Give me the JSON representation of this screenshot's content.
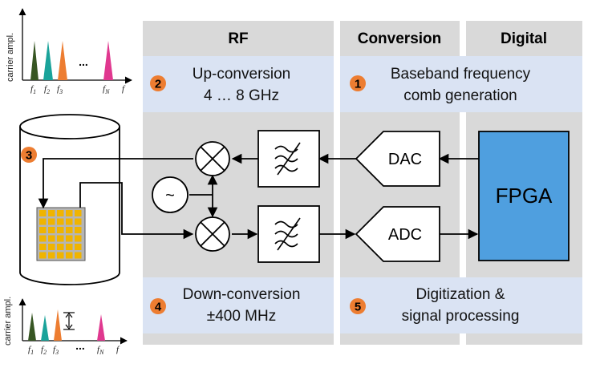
{
  "columns": {
    "rf": "RF",
    "conversion": "Conversion",
    "digital": "Digital"
  },
  "steps": {
    "s1": {
      "number": "1",
      "line1": "Baseband frequency",
      "line2": "comb generation"
    },
    "s2": {
      "number": "2",
      "line1": "Up-conversion",
      "line2": "4 … 8 GHz"
    },
    "s3": {
      "number": "3"
    },
    "s4": {
      "number": "4",
      "line1": "Down-conversion",
      "line2": "±400 MHz"
    },
    "s5": {
      "number": "5",
      "line1": "Digitization &",
      "line2": "signal processing"
    }
  },
  "blocks": {
    "dac": "DAC",
    "adc": "ADC",
    "fpga": "FPGA",
    "oscillator": "~"
  },
  "spectrum_top": {
    "ylabel": "carrier ampl.",
    "xlabel": "f",
    "ticks": [
      "f",
      "f",
      "f",
      "f"
    ],
    "subs": [
      "1",
      "2",
      "3",
      "N"
    ],
    "ellipsis": "..."
  },
  "spectrum_bottom": {
    "ylabel": "carrier ampl.",
    "xlabel": "f",
    "ticks": [
      "f",
      "f",
      "f",
      "f"
    ],
    "subs": [
      "1",
      "2",
      "3",
      "N"
    ],
    "ellipsis": "..."
  },
  "colors": {
    "column_bg": "#d9d9d9",
    "step_panel": "#dae3f3",
    "badge": "#ed7d31",
    "fpga": "#4f9fdf",
    "peak1": "#375623",
    "peak2": "#1aa39a",
    "peak3": "#ed7d31",
    "peakN": "#e0388f",
    "resonator": "#f0b400"
  }
}
